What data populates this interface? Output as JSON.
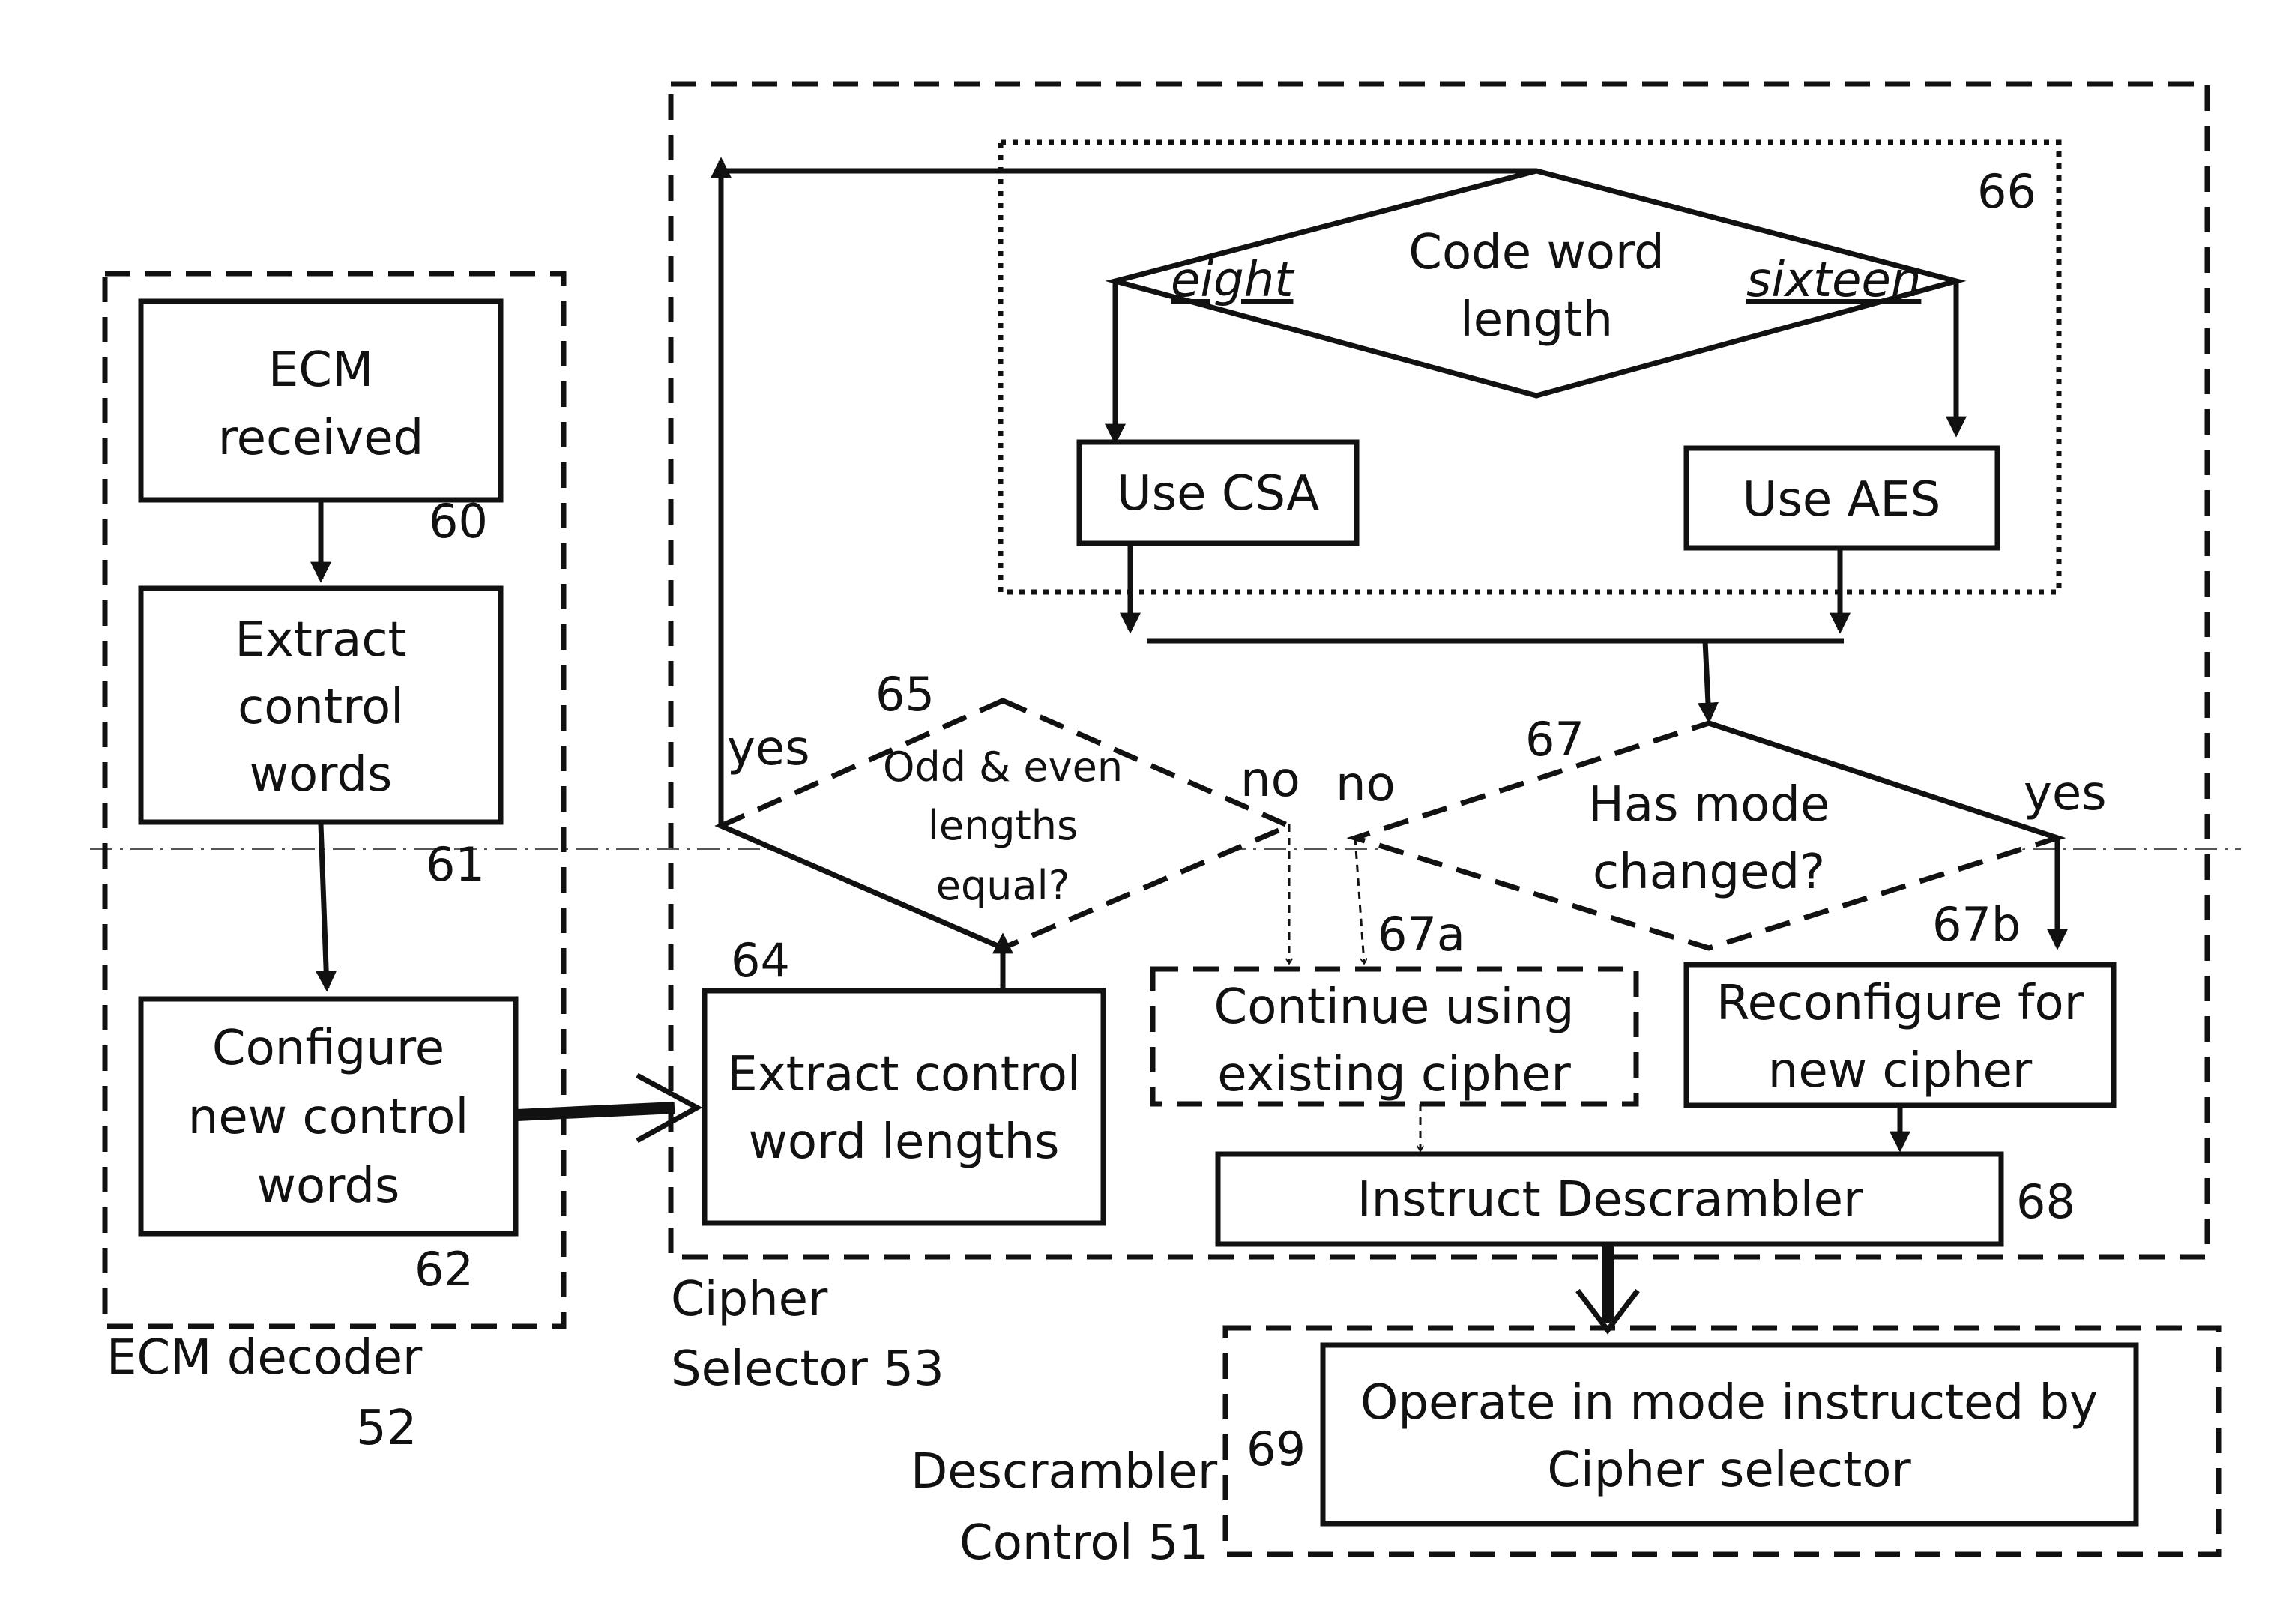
{
  "ecm_decoder": {
    "label": "ECM decoder",
    "number": "52",
    "steps": {
      "s60": {
        "lines": [
          "ECM",
          "received"
        ],
        "num": "60"
      },
      "s61": {
        "lines": [
          "Extract",
          "control",
          "words"
        ],
        "num": "61"
      },
      "s62": {
        "lines": [
          "Configure",
          "new control",
          "words"
        ],
        "num": "62"
      }
    }
  },
  "cipher_selector": {
    "label_lines": [
      "Cipher",
      "Selector 53"
    ],
    "s66": {
      "lines": [
        "Code word",
        "length"
      ],
      "num": "66",
      "left_branch": "eight",
      "right_branch": "sixteen"
    },
    "csa": "Use CSA",
    "aes": "Use AES",
    "s65": {
      "lines": [
        "Odd & even",
        "lengths",
        "equal?"
      ],
      "num": "65",
      "yes": "yes",
      "no": "no"
    },
    "s67": {
      "lines": [
        "Has mode",
        "changed?"
      ],
      "num": "67",
      "yes": "yes",
      "no": "no"
    },
    "s64": {
      "lines": [
        "Extract control",
        "word lengths"
      ],
      "num": "64"
    },
    "s67a": {
      "lines": [
        "Continue using",
        "existing cipher"
      ],
      "num": "67a"
    },
    "s67b": {
      "lines": [
        "Reconfigure for",
        "new cipher"
      ],
      "num": "67b"
    },
    "s68": {
      "text": "Instruct Descrambler",
      "num": "68"
    }
  },
  "descrambler_control": {
    "label_lines": [
      "Descrambler",
      "Control  51"
    ],
    "s69": {
      "lines": [
        "Operate  in mode instructed by",
        "Cipher selector"
      ],
      "num": "69"
    }
  }
}
